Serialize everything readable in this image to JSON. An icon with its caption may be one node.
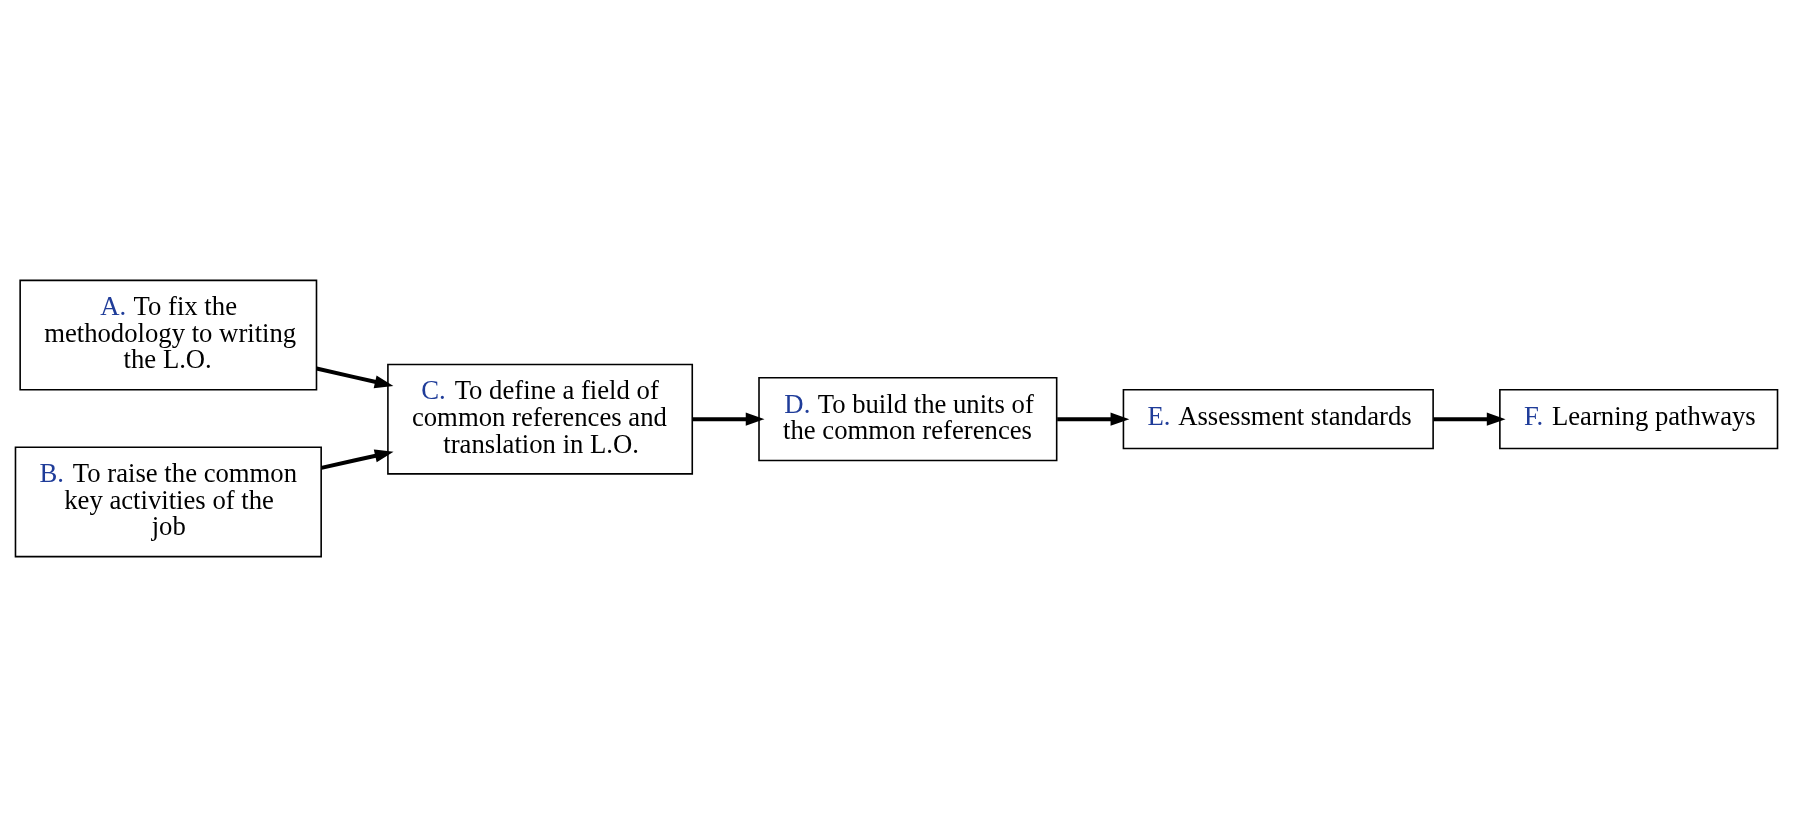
{
  "diagram": {
    "nodes": [
      {
        "text": [
          "A. To fix the methodology to writing the L.O."
        ]
      },
      {
        "text": [
          "B. To raise the common key activities of the job"
        ]
      },
      {
        "text": [
          "C. To define a field of common references and translation in L.O."
        ]
      },
      {
        "text": [
          "D. To build the units of the common references"
        ]
      },
      {
        "text": [
          "E. Assessment standards"
        ]
      },
      {
        "text": [
          "F. Learning pathways"
        ]
      }
    ],
    "edges": [
      {
        "from": 0,
        "to": 2,
        "arrow": "to"
      },
      {
        "from": 1,
        "to": 2,
        "arrow": "to"
      },
      {
        "from": 2,
        "to": 3,
        "arrow": "to"
      },
      {
        "from": 3,
        "to": 4,
        "arrow": "to"
      },
      {
        "from": 4,
        "to": 5,
        "arrow": "to"
      }
    ]
  }
}
